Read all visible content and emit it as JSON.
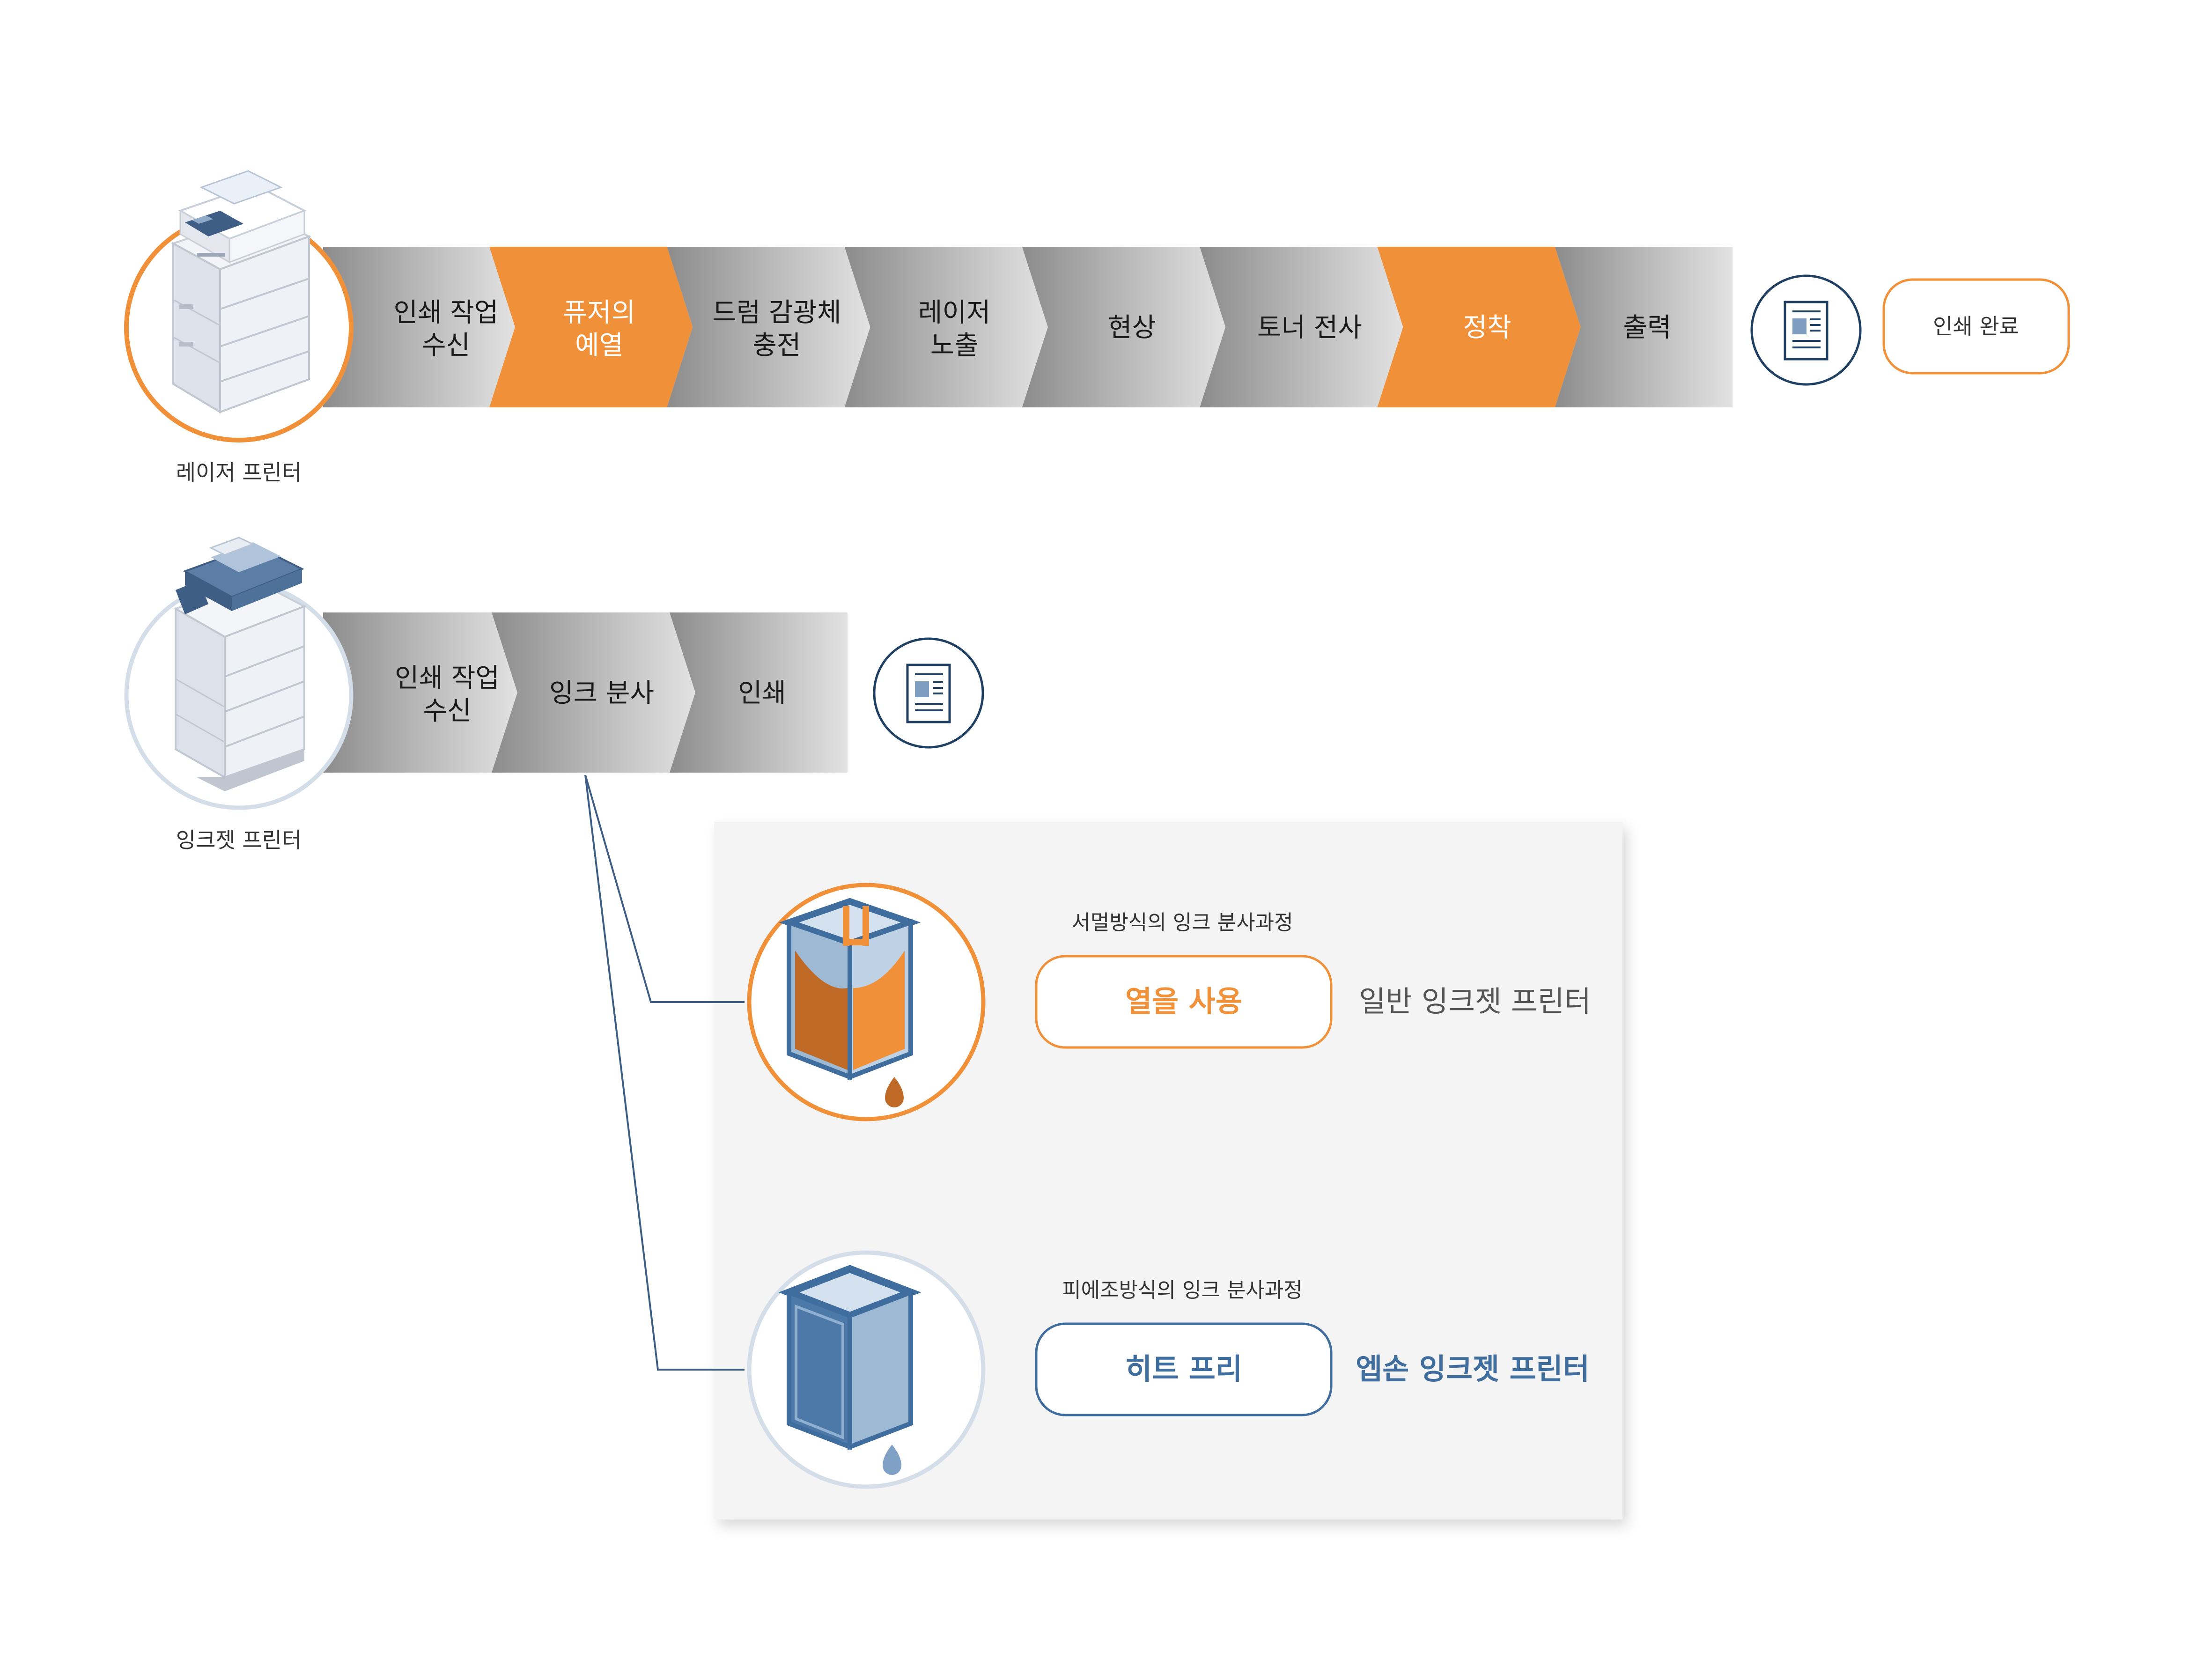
{
  "colors": {
    "orange": "#F0913A",
    "blue": "#3F6E9E",
    "navy": "#1F3F63",
    "gray_step": "#CACACA",
    "panel": "#F4F4F4"
  },
  "laser": {
    "printer_label": "레이저 프린터",
    "printer_icon": "laser-printer-icon",
    "steps": [
      {
        "line1": "인쇄 작업",
        "line2": "수신",
        "highlight": false
      },
      {
        "line1": "퓨저의",
        "line2": "예열",
        "highlight": true
      },
      {
        "line1": "드럼 감광체",
        "line2": "충전",
        "highlight": false
      },
      {
        "line1": "레이저",
        "line2": "노출",
        "highlight": false
      },
      {
        "line1": "현상",
        "line2": "",
        "highlight": false
      },
      {
        "line1": "토너 전사",
        "line2": "",
        "highlight": false
      },
      {
        "line1": "정착",
        "line2": "",
        "highlight": true
      },
      {
        "line1": "출력",
        "line2": "",
        "highlight": false
      }
    ],
    "document_icon": "document-icon",
    "done_label": "인쇄 완료"
  },
  "inkjet": {
    "printer_label": "잉크젯 프린터",
    "printer_icon": "inkjet-printer-icon",
    "steps": [
      {
        "line1": "인쇄 작업",
        "line2": "수신",
        "highlight": false
      },
      {
        "line1": "잉크 분사",
        "line2": "",
        "highlight": false
      },
      {
        "line1": "인쇄",
        "line2": "",
        "highlight": false
      }
    ],
    "document_icon": "document-icon"
  },
  "methods": [
    {
      "caption": "서멀방식의 잉크 분사과정",
      "badge": "열을 사용",
      "result": "일반 잉크젯 프린터",
      "accent": "orange",
      "icon": "thermal-ink-chamber-icon"
    },
    {
      "caption": "피에조방식의 잉크 분사과정",
      "badge": "히트 프리",
      "result": "엡손 잉크젯 프린터",
      "accent": "blue",
      "icon": "piezo-ink-chamber-icon"
    }
  ]
}
